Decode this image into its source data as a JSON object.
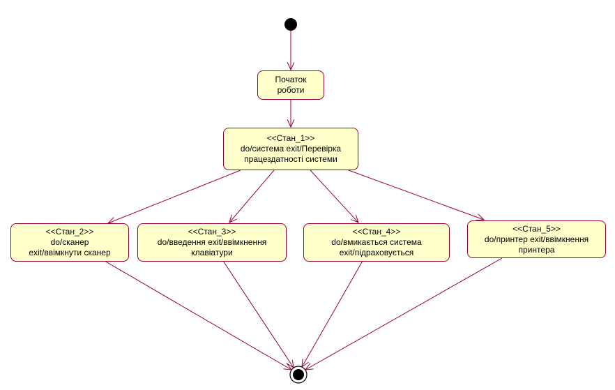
{
  "colors": {
    "state_fill": "#ffffcc",
    "state_border": "#990033",
    "transition": "#990033",
    "pseudostate": "#000000"
  },
  "states": {
    "start_work": {
      "lines": [
        "Початок",
        "роботи"
      ]
    },
    "state_1": {
      "lines": [
        "<<Стан_1>>",
        "do/система exit/Перевірка",
        "працездатності системи"
      ]
    },
    "state_2": {
      "lines": [
        "<<Стан_2>>",
        "do/сканер",
        "exit/ввімкнути сканер"
      ]
    },
    "state_3": {
      "lines": [
        "<<Стан_3>>",
        "do/введення exit/ввімкнення",
        "клавіатури"
      ]
    },
    "state_4": {
      "lines": [
        "<<Стан_4>>",
        "do/вмикається система",
        "exit/підраховується"
      ]
    },
    "state_5": {
      "lines": [
        "<<Стан_5>>",
        "do/принтер exit/ввімкнення",
        "принтера"
      ]
    }
  },
  "pseudostates": {
    "initial": "initial-state-icon",
    "final": "final-state-icon"
  }
}
